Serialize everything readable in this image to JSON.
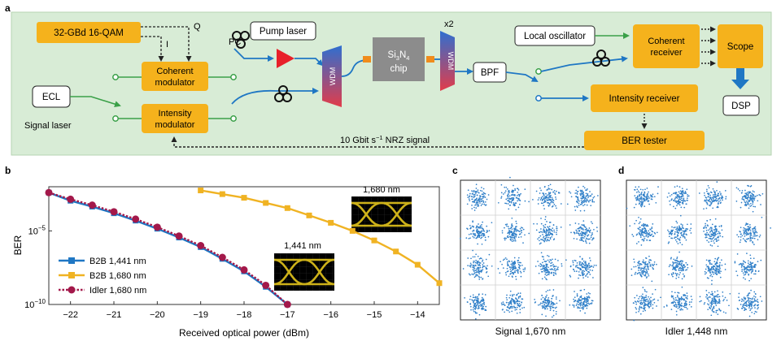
{
  "panels": {
    "a": "a",
    "b": "b",
    "c": "c",
    "d": "d"
  },
  "setup": {
    "qam": "32-GBd 16-QAM",
    "i_label": "I",
    "q_label": "Q",
    "ecl": "ECL",
    "signal_laser": "Signal laser",
    "coherent_modulator": [
      "Coherent",
      "modulator"
    ],
    "intensity_modulator": [
      "Intensity",
      "modulator"
    ],
    "pc": "PC",
    "pump_laser": "Pump laser",
    "wdm": "WDM",
    "chip": [
      "Si",
      "3",
      "N",
      "4",
      "chip"
    ],
    "x2": "x2",
    "bpf": "BPF",
    "local_oscillator": "Local oscillator",
    "coherent_receiver": [
      "Coherent",
      "receiver"
    ],
    "scope": "Scope",
    "dsp": "DSP",
    "intensity_receiver": "Intensity receiver",
    "ber_tester": "BER tester",
    "nrz_signal": [
      "10 Gbit s",
      "−1",
      " NRZ signal"
    ]
  },
  "chart_data": {
    "type": "line",
    "xlabel": "Received optical power (dBm)",
    "ylabel": "BER",
    "xlim": [
      -22.5,
      -13.5
    ],
    "ylim_log10": [
      -10,
      -2
    ],
    "xticks": [
      -22,
      -21,
      -20,
      -19,
      -18,
      -17,
      -16,
      -15,
      -14
    ],
    "yticks": [
      {
        "base": "10",
        "exp": "−5",
        "value": -5
      },
      {
        "base": "10",
        "exp": "−10",
        "value": -10
      }
    ],
    "series": [
      {
        "name": "B2B 1,441 nm",
        "color": "#1f77c4",
        "marker": "square",
        "x": [
          -22.5,
          -22,
          -21.5,
          -21,
          -20.5,
          -20,
          -19.5,
          -19,
          -18.5,
          -18,
          -17.5,
          -17
        ],
        "log10_y": [
          -2.4,
          -2.95,
          -3.35,
          -3.8,
          -4.3,
          -4.85,
          -5.45,
          -6.1,
          -6.9,
          -7.75,
          -8.8,
          -10.0
        ]
      },
      {
        "name": "B2B 1,680 nm",
        "color": "#f0b323",
        "marker": "square",
        "x": [
          -19,
          -18.5,
          -18,
          -17.5,
          -17,
          -16.5,
          -16,
          -15.5,
          -15,
          -14.5,
          -14,
          -13.5
        ],
        "log10_y": [
          -2.25,
          -2.5,
          -2.75,
          -3.1,
          -3.45,
          -3.95,
          -4.45,
          -5.0,
          -5.65,
          -6.4,
          -7.3,
          -8.55
        ]
      },
      {
        "name": "Idler 1,680 nm",
        "color": "#a3184a",
        "marker": "circle",
        "x": [
          -22.5,
          -22,
          -21.5,
          -21,
          -20.5,
          -20,
          -19.5,
          -19,
          -18.5,
          -18,
          -17.5,
          -17
        ],
        "log10_y": [
          -2.4,
          -2.85,
          -3.25,
          -3.7,
          -4.2,
          -4.75,
          -5.35,
          -6.0,
          -6.8,
          -7.65,
          -8.7,
          -10.0
        ]
      }
    ],
    "eye_labels": [
      "1,680 nm",
      "1,441 nm"
    ]
  },
  "constellations": {
    "c": {
      "caption": "Signal 1,670 nm"
    },
    "d": {
      "caption": "Idler 1,448 nm"
    }
  },
  "colors": {
    "panel_bg": "#d8ecd6",
    "box": "#f5b21c",
    "blue": "#1f77c4",
    "green": "#3aa048",
    "chip": "#8c8c8c",
    "amp": "#e8202a"
  }
}
